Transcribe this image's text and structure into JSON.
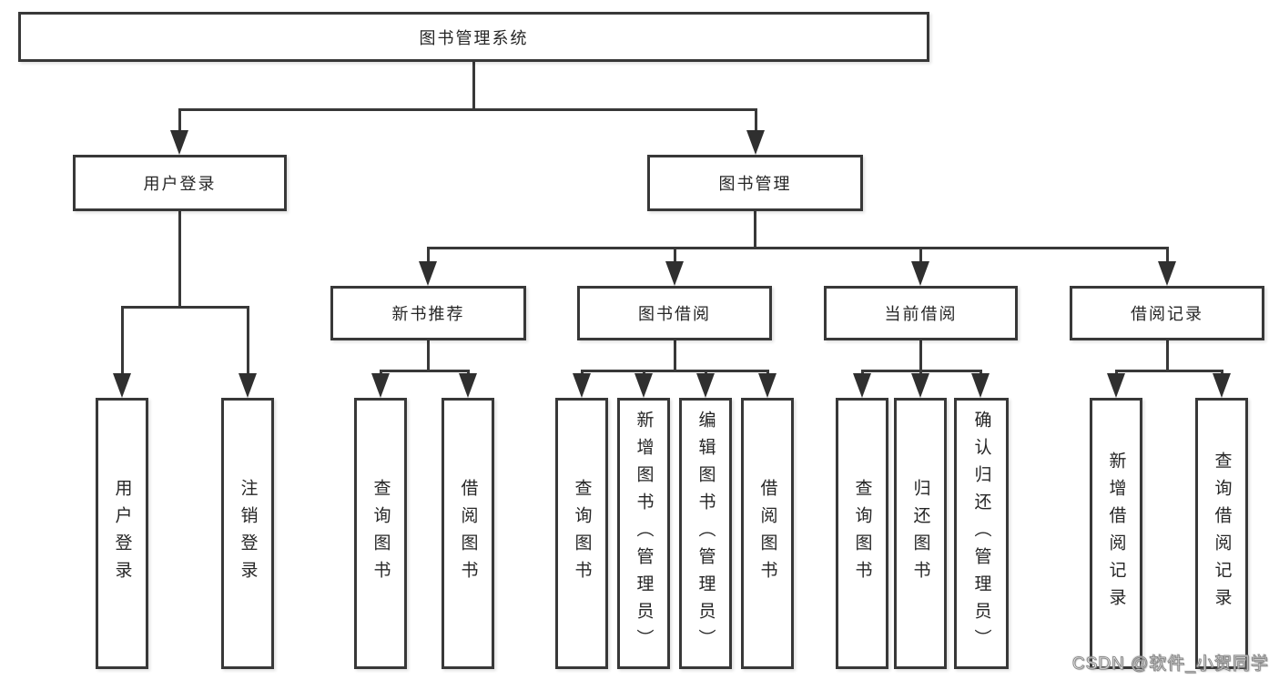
{
  "diagram": {
    "root": "图书管理系统",
    "level2": [
      "用户登录",
      "图书管理"
    ],
    "level3": [
      "新书推荐",
      "图书借阅",
      "当前借阅",
      "借阅记录"
    ],
    "leaves": {
      "user_login": [
        "用户登录",
        "注销登录"
      ],
      "new_book_rec": [
        "查询图书",
        "借阅图书"
      ],
      "book_borrowing": [
        "查询图书",
        "新增图书（管理员）",
        "编辑图书（管理员）",
        "借阅图书"
      ],
      "current_borrowing": [
        "查询图书",
        "归还图书",
        "确认归还（管理员）"
      ],
      "borrow_records": [
        "新增借阅记录",
        "查询借阅记录"
      ]
    },
    "colors": {
      "line": "#383838",
      "border": "#383838",
      "text": "#262626",
      "background": "#ffffff",
      "watermark_fill": "#fdfdfd",
      "watermark_outline": "#8a8a8a"
    }
  },
  "watermark": {
    "text": "CSDN @软件_小贺同学"
  }
}
